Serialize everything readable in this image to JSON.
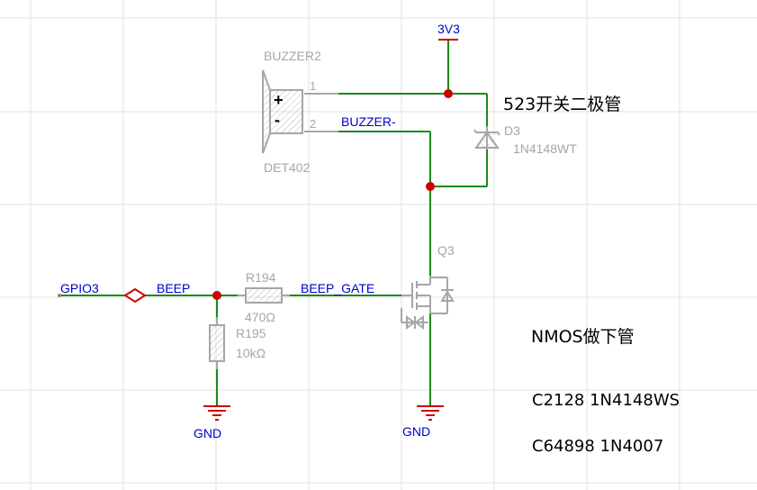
{
  "colors": {
    "grid": "#e2e2e2",
    "wire": "#1a8a1a",
    "junction": "#cc0000",
    "netlabel": "#0000cc",
    "component": "#a6a6a6",
    "pin_number": "#a6a6a6",
    "note_text": "#000000",
    "power": "#cc0000"
  },
  "power": {
    "vcc_label": "3V3",
    "gnd_left": "GND",
    "gnd_right": "GND"
  },
  "buzzer": {
    "designator": "BUZZER2",
    "value": "DET402",
    "pin1": "1",
    "pin2": "2",
    "plus": "+",
    "minus": "-"
  },
  "diode": {
    "designator": "D3",
    "value": "1N4148WT"
  },
  "mosfet": {
    "designator": "Q3"
  },
  "r194": {
    "designator": "R194",
    "value": "470Ω"
  },
  "r195": {
    "designator": "R195",
    "value": "10kΩ"
  },
  "nets": {
    "buzzer_minus": "BUZZER-",
    "gpio": "GPIO3",
    "beep": "BEEP",
    "beep_gate": "BEEP_GATE"
  },
  "notes": {
    "diode_note": "523开关二极管",
    "nmos_note": "NMOS做下管",
    "part1": "C2128 1N4148WS",
    "part2": "C64898 1N4007"
  }
}
